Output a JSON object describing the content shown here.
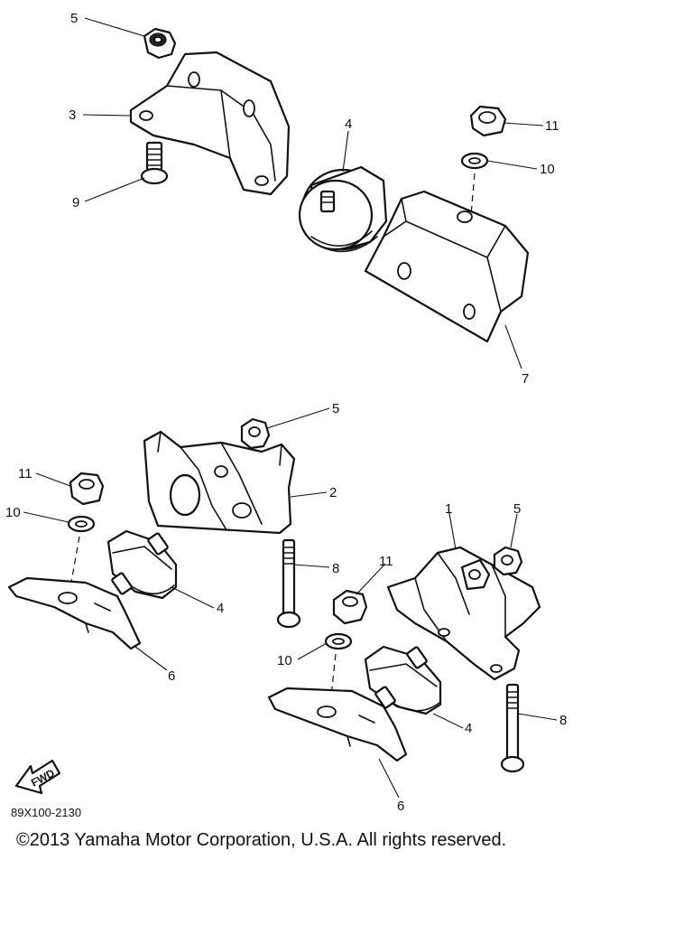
{
  "callouts": {
    "c5a": "5",
    "c3": "3",
    "c9": "9",
    "c4a": "4",
    "c11a": "11",
    "c10a": "10",
    "c7": "7",
    "c5b": "5",
    "c2": "2",
    "c11b": "11",
    "c10b": "10",
    "c4b": "4",
    "c6a": "6",
    "c8a": "8",
    "c1": "1",
    "c5c": "5",
    "c11c": "11",
    "c8b": "8",
    "c10c": "10",
    "c4c": "4",
    "c6b": "6"
  },
  "fwd_label": "FWD",
  "diagram_code": "89X100-2130",
  "copyright": "©2013 Yamaha Motor Corporation, U.S.A. All rights reserved."
}
